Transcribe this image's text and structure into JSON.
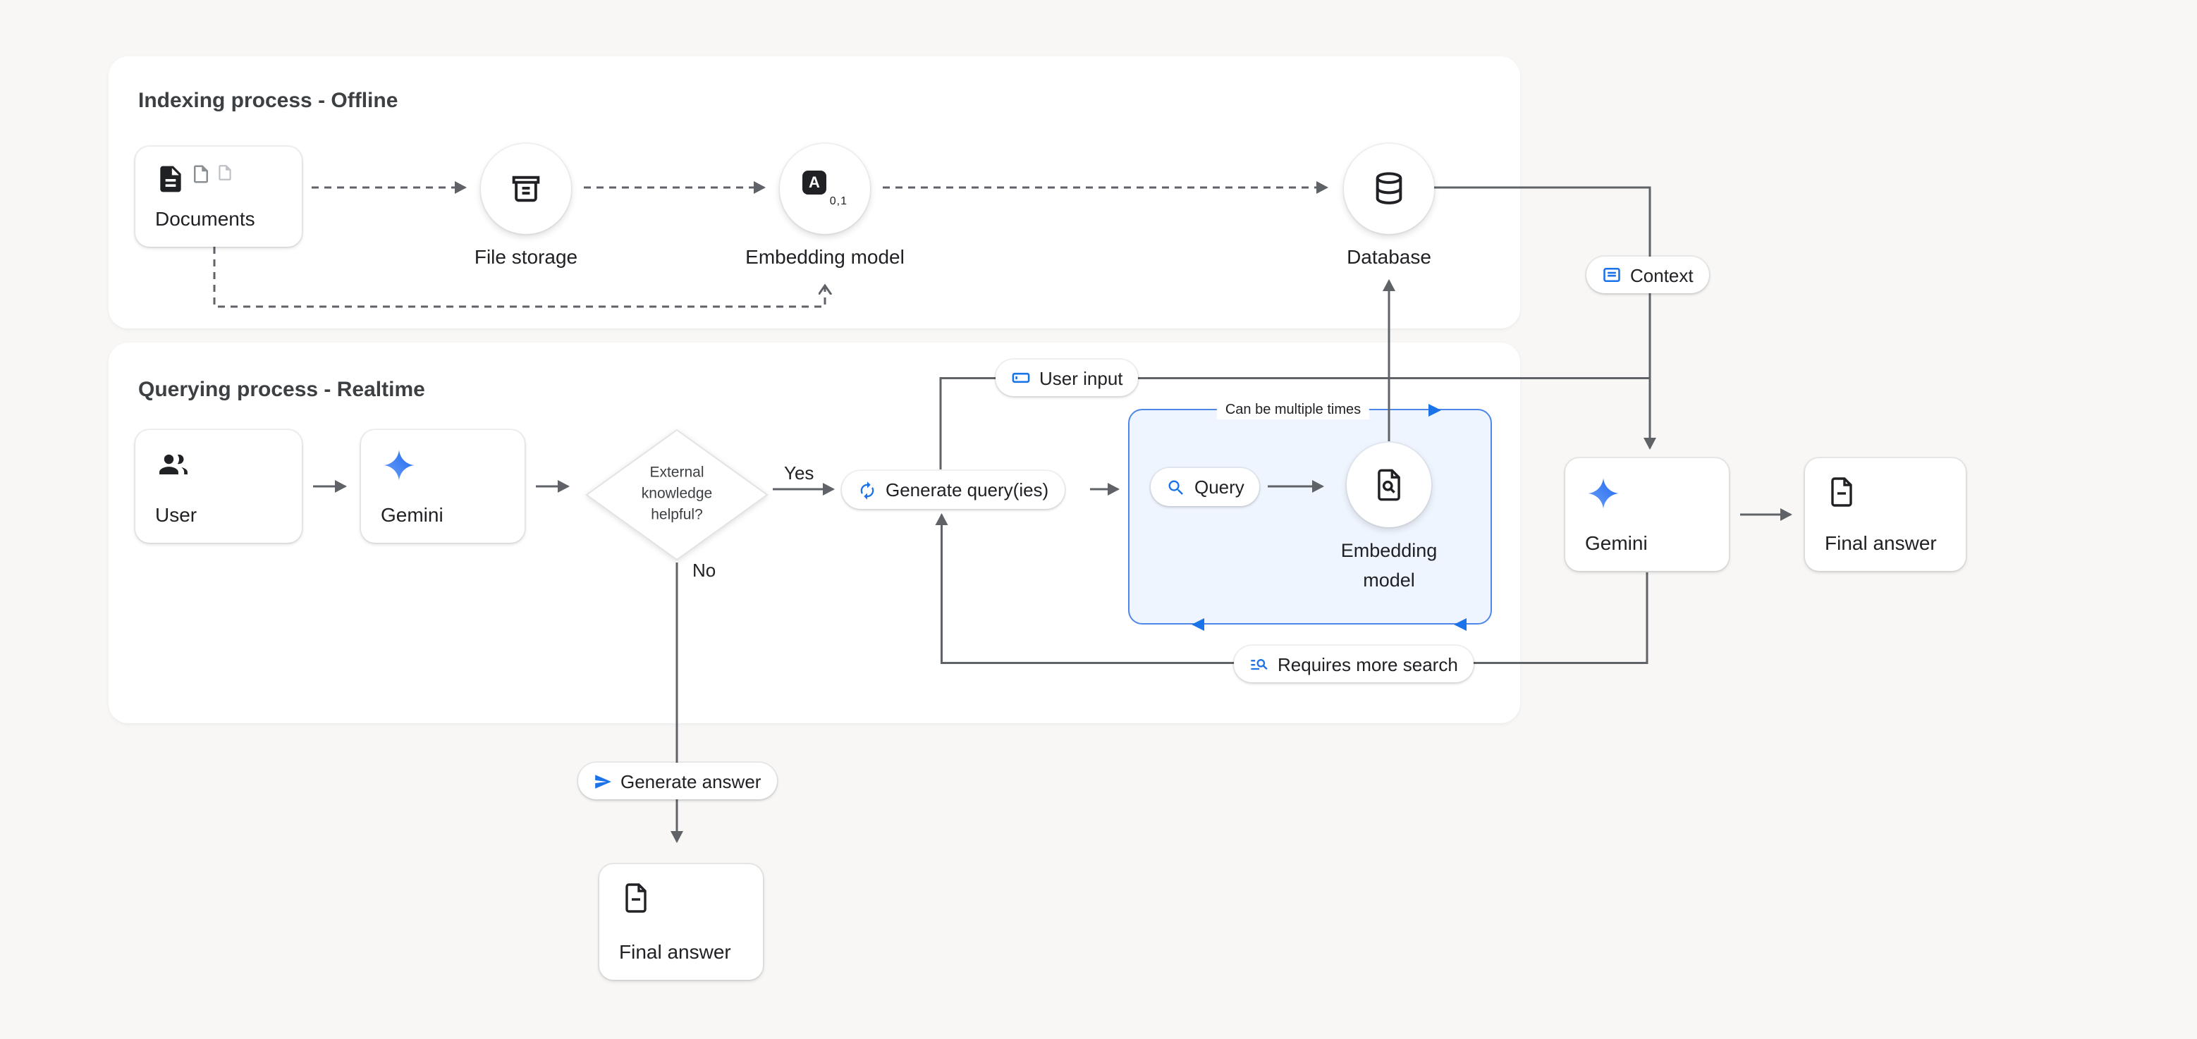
{
  "colors": {
    "background": "#f8f7f5",
    "accent_blue": "#1a73e8",
    "line_gray": "#5f6368",
    "loop_border": "#4f87e8",
    "text_dark": "#202124"
  },
  "indexing": {
    "title": "Indexing process - Offline",
    "documents_label": "Documents",
    "file_storage_label": "File storage",
    "embedding_model_label": "Embedding model",
    "embedding_icon_letter": "A",
    "embedding_icon_numbers": "0,1",
    "database_label": "Database",
    "context_tag": "Context"
  },
  "querying": {
    "title": "Querying process - Realtime",
    "user_label": "User",
    "gemini_label": "Gemini",
    "decision_label": "External knowledge helpful?",
    "yes_label": "Yes",
    "no_label": "No",
    "generate_query_tag": "Generate query(ies)",
    "loop_note": "Can be multiple times",
    "query_tag": "Query",
    "embedding_model_label": "Embedding model",
    "user_input_tag": "User input",
    "requires_more_search_tag": "Requires more search",
    "generate_answer_tag": "Generate answer",
    "final_answer_label": "Final answer",
    "gemini_right_label": "Gemini",
    "final_answer_right_label": "Final answer"
  }
}
